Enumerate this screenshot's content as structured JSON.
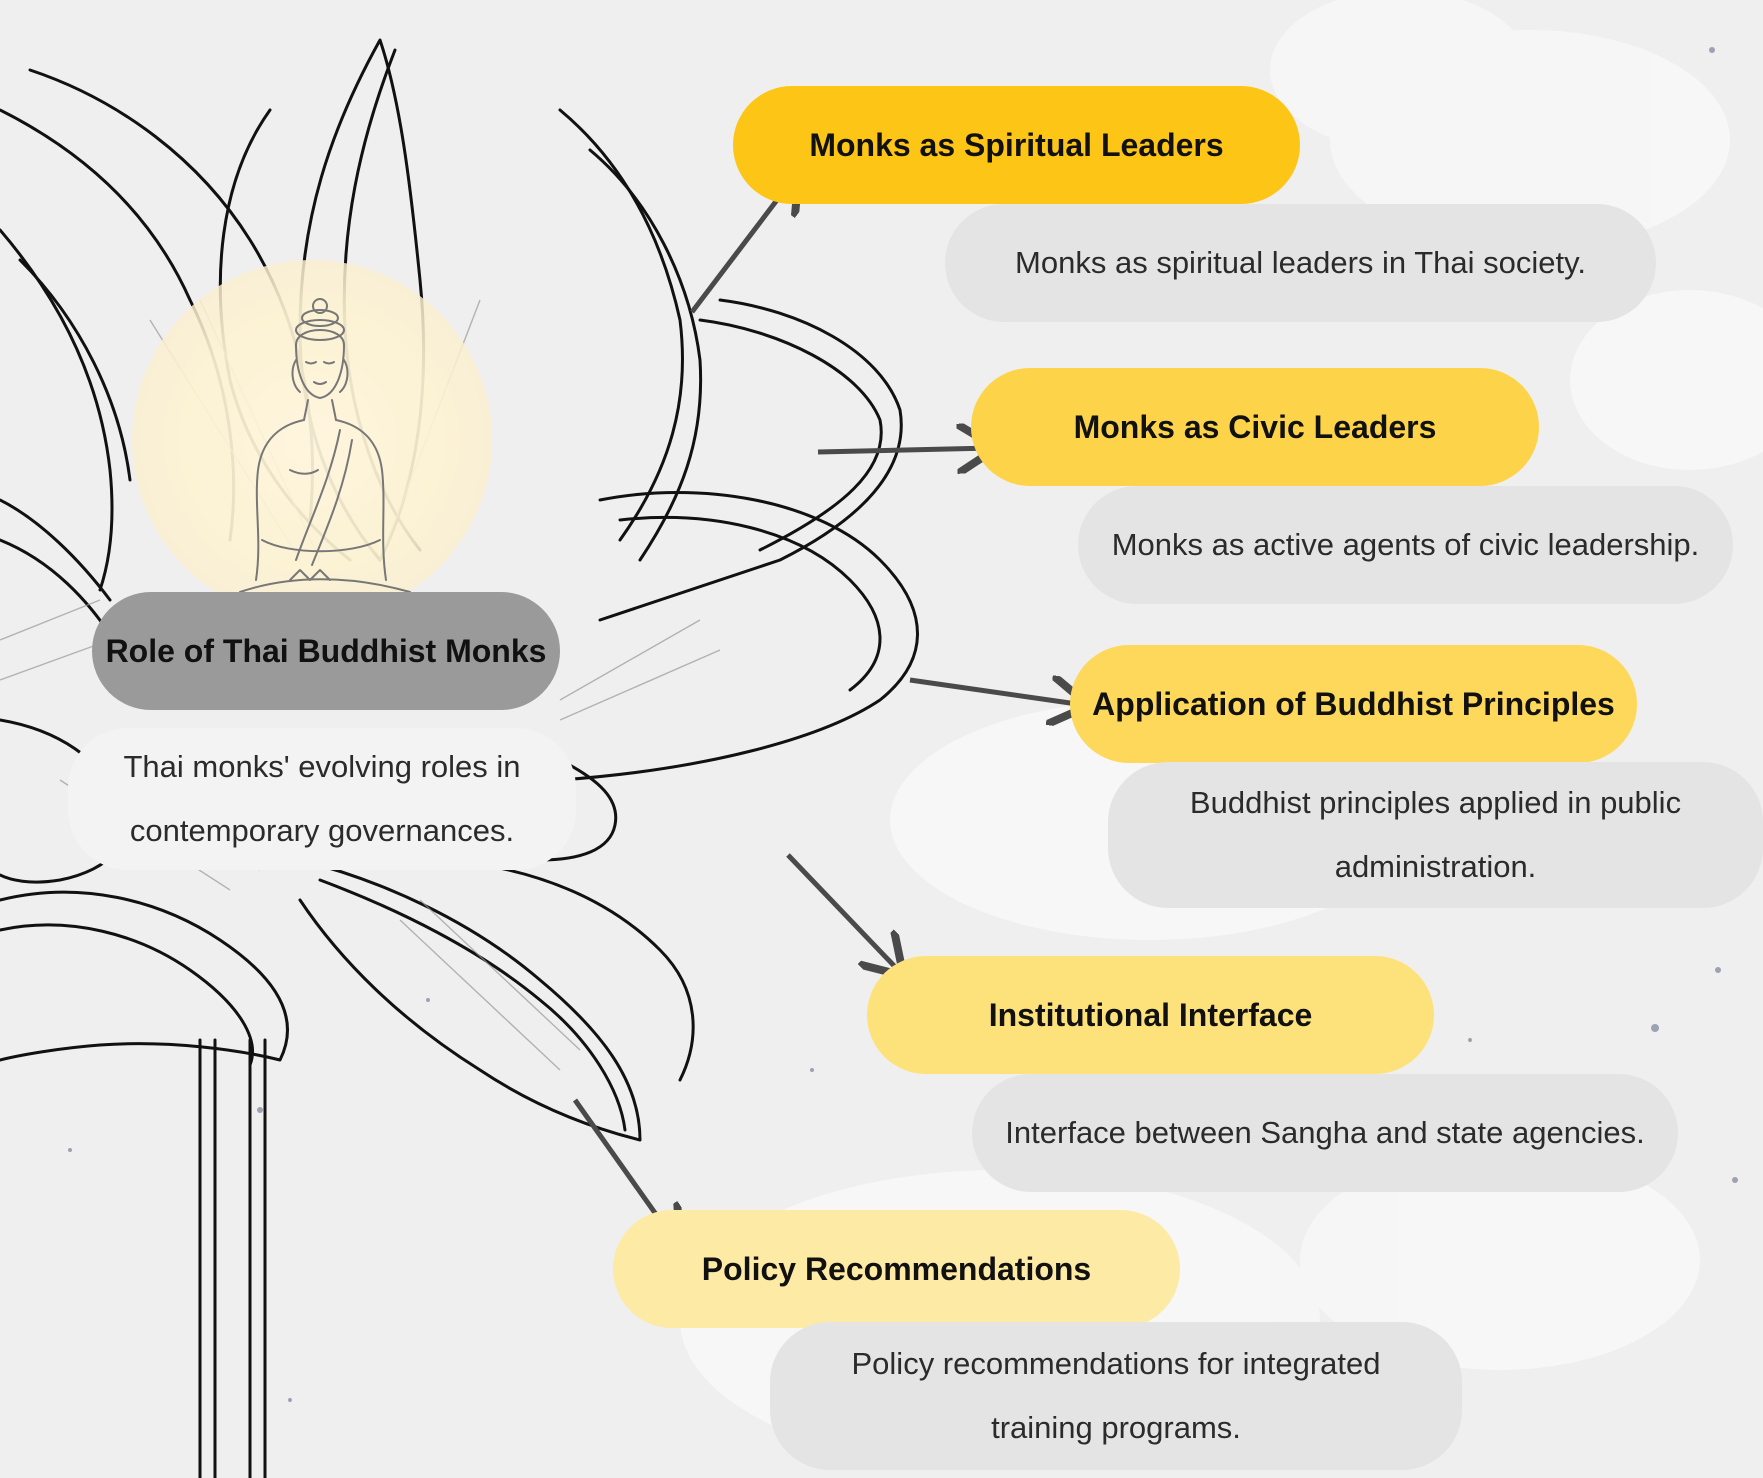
{
  "center": {
    "title": "Role of Thai Buddhist Monks",
    "description": "Thai monks' evolving roles in contemporary governances."
  },
  "nodes": [
    {
      "title": "Monks as Spiritual Leaders",
      "description": "Monks as spiritual leaders in Thai society.",
      "color": "#fdc515"
    },
    {
      "title": "Monks as Civic Leaders",
      "description": "Monks as active agents of civic leadership.",
      "color": "#fdd449"
    },
    {
      "title": "Application of Buddhist Principles",
      "description": "Buddhist principles applied in public administration.",
      "color": "#fdd85a"
    },
    {
      "title": "Institutional Interface",
      "description": "Interface between Sangha and state agencies.",
      "color": "#fde27c"
    },
    {
      "title": "Policy Recommendations",
      "description": "Policy recommendations for integrated training programs.",
      "color": "#fdeaa4"
    }
  ],
  "decoration": {
    "illustration": "lotus-line-drawing",
    "figure": "seated-buddha-icon",
    "connector": "arrow-icon"
  }
}
